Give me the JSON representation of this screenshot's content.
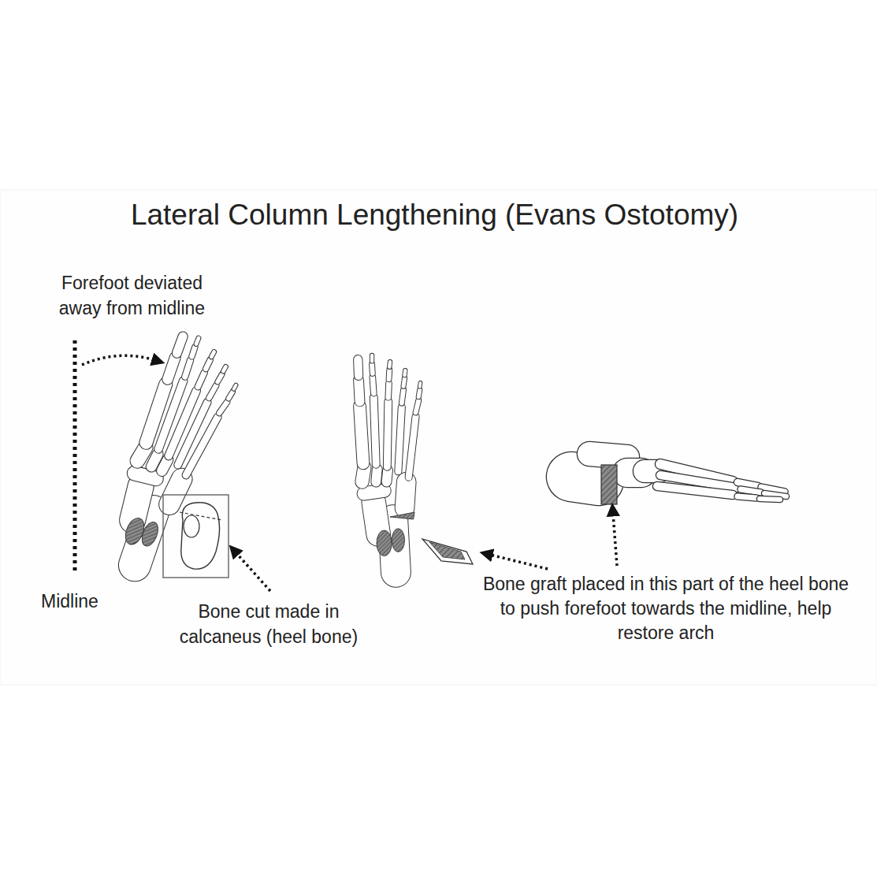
{
  "diagram": {
    "title": "Lateral Column Lengthening (Evans Ostotomy)",
    "labels": [
      "Forefoot deviated away from midline",
      "Midline",
      "Bone cut made in calcaneus (heel bone)",
      "Bone graft placed in this part of the heel bone to push forefoot towards the midline, help restore arch"
    ]
  }
}
